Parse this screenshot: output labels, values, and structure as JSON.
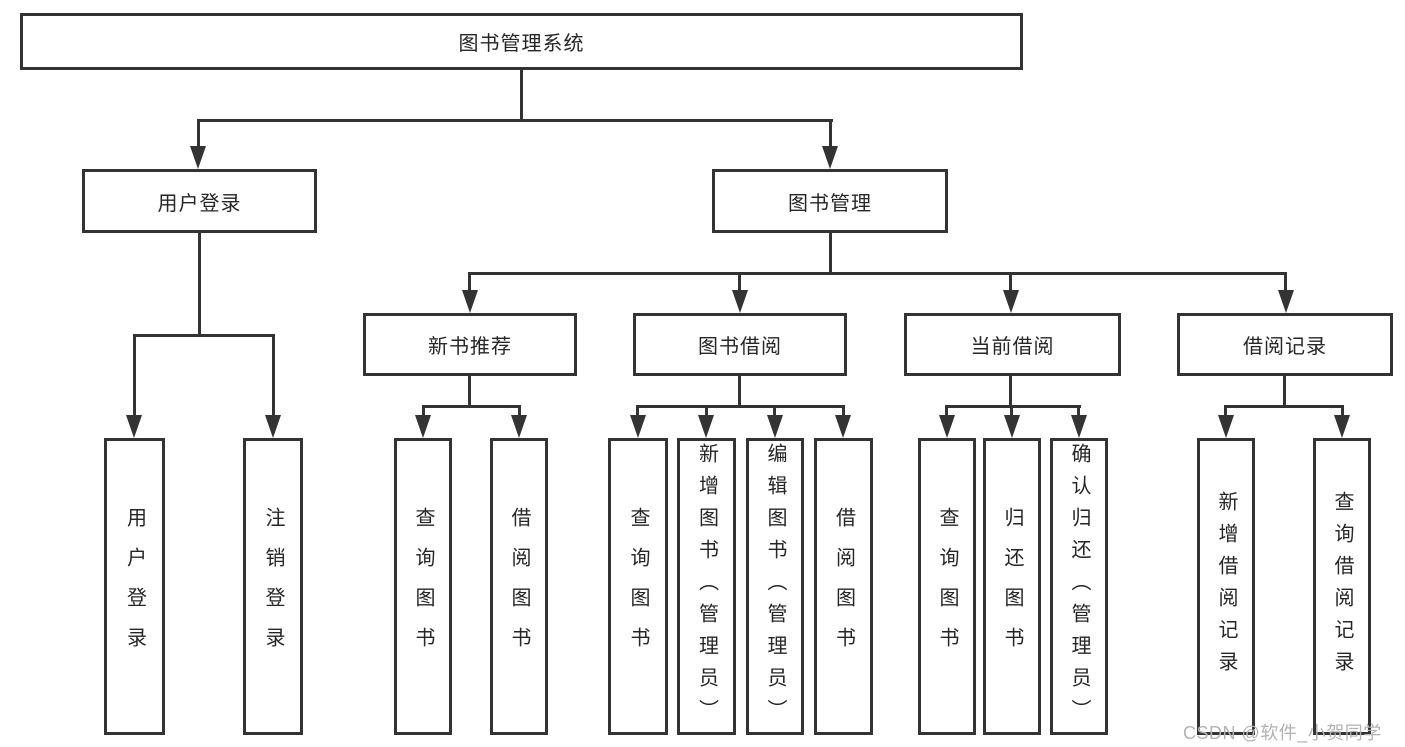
{
  "tree": {
    "root": {
      "label": "图书管理系统"
    },
    "level2": {
      "user_login": {
        "label": "用户登录"
      },
      "book_mgmt": {
        "label": "图书管理"
      }
    },
    "level3": {
      "new_book_rec": {
        "label": "新书推荐"
      },
      "book_borrow": {
        "label": "图书借阅"
      },
      "current_borrow": {
        "label": "当前借阅"
      },
      "borrow_records": {
        "label": "借阅记录"
      }
    },
    "leaves": {
      "user_login": [
        "用户登录",
        "注销登录"
      ],
      "new_book_rec": [
        "查询图书",
        "借阅图书"
      ],
      "book_borrow": [
        "查询图书",
        "新增图书（管理员）",
        "编辑图书（管理员）",
        "借阅图书"
      ],
      "current_borrow": [
        "查询图书",
        "归还图书",
        "确认归还（管理员）"
      ],
      "borrow_records": [
        "新增借阅记录",
        "查询借阅记录"
      ]
    }
  },
  "watermark": "CSDN @软件_小贺同学",
  "colors": {
    "line": "#333333",
    "text": "#262626",
    "watermark": "#b3b3b3",
    "background": "#ffffff"
  }
}
